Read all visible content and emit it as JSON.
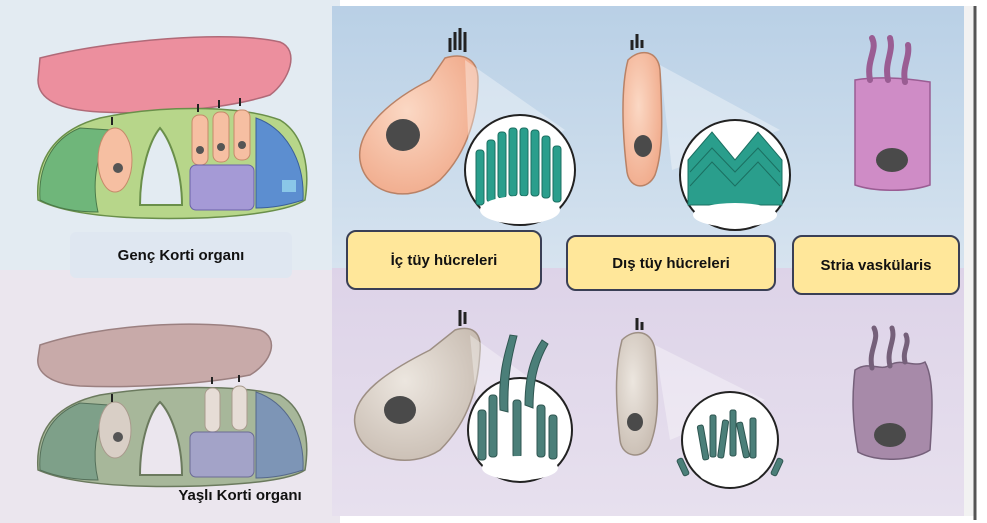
{
  "labels": {
    "young_organ": "Genç Korti organı",
    "old_organ": "Yaşlı Korti organı",
    "inner_hair_cells": "İç tüy hücreleri",
    "outer_hair_cells": "Dış tüy hücreleri",
    "stria_vascularis": "Stria vaskülaris"
  },
  "colors": {
    "young_panel": "#cbdbea",
    "old_panel": "#ddd4e8",
    "label_box_fill": "#ffe79a",
    "label_box_border": "#3a3f55",
    "tectorial_young": "#ec8f9e",
    "tectorial_old": "#c8aaa9",
    "cell_young": "#f6bfa2",
    "cell_old": "#d9cfc6",
    "stereocilia_young": "#2a9e8c",
    "stereocilia_old": "#4b7f79",
    "stria_young": "#cf8cc6",
    "stria_old": "#a78aa9"
  }
}
